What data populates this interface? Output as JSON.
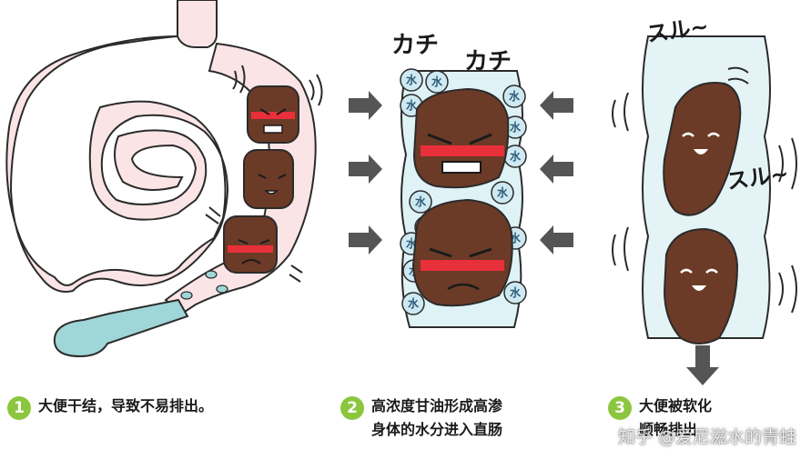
{
  "panels": [
    {
      "number": "1",
      "caption_lines": [
        "大便干结，导致不易排出。"
      ]
    },
    {
      "number": "2",
      "sound_effects": [
        "カチ",
        "カチ"
      ],
      "water_label": "水",
      "caption_lines": [
        "高浓度甘油形成高渗",
        "身体的水分进入直肠"
      ]
    },
    {
      "number": "3",
      "sound_effects": [
        "スル~",
        "スル~"
      ],
      "caption_lines": [
        "大便被软化",
        "顺畅排出"
      ]
    }
  ],
  "watermark": "知乎 @爱尼滋水的青蛙",
  "colors": {
    "intestine_fill": "#fbe4e6",
    "intestine_stroke": "#2b2b2b",
    "stool_fill": "#6b3b27",
    "anger_mark": "#e8303a",
    "water_bubble": "#cfe9f2",
    "nozzle": "#9fd6d8",
    "number_badge": "#8cc63f",
    "arrow": "#555555"
  },
  "icons": [
    "left-arrow-icon",
    "right-arrow-icon",
    "down-arrow-icon",
    "water-bubble-icon"
  ]
}
